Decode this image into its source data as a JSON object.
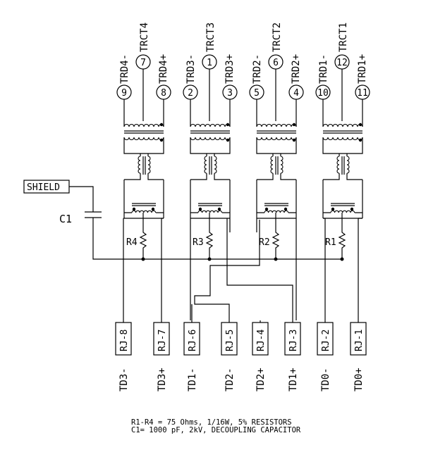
{
  "shield_label": "SHIELD",
  "capacitor_label": "C1",
  "channels": [
    {
      "minus": "TRD4-",
      "ct": "TRCT4",
      "plus": "TRD4+",
      "pin_minus": "9",
      "pin_ct": "7",
      "pin_plus": "8",
      "resistor": "R4"
    },
    {
      "minus": "TRD3-",
      "ct": "TRCT3",
      "plus": "TRD3+",
      "pin_minus": "2",
      "pin_ct": "1",
      "pin_plus": "3",
      "resistor": "R3"
    },
    {
      "minus": "TRD2-",
      "ct": "TRCT2",
      "plus": "TRD2+",
      "pin_minus": "5",
      "pin_ct": "6",
      "pin_plus": "4",
      "resistor": "R2"
    },
    {
      "minus": "TRD1-",
      "ct": "TRCT1",
      "plus": "TRD1+",
      "pin_minus": "10",
      "pin_ct": "12",
      "pin_plus": "11",
      "resistor": "R1"
    }
  ],
  "rj_pins": [
    {
      "box": "RJ-8",
      "label": "TD3-"
    },
    {
      "box": "RJ-7",
      "label": "TD3+"
    },
    {
      "box": "RJ-6",
      "label": "TD1-"
    },
    {
      "box": "RJ-5",
      "label": "TD2-"
    },
    {
      "box": "RJ-4",
      "label": "TD2+"
    },
    {
      "box": "RJ-3",
      "label": "TD1+"
    },
    {
      "box": "RJ-2",
      "label": "TD0-"
    },
    {
      "box": "RJ-1",
      "label": "TD0+"
    }
  ],
  "notes": [
    "R1-R4 = 75 Ohms, 1/16W, 5% RESISTORS",
    "C1= 1000 pF, 2kV, DECOUPLING CAPACITOR"
  ]
}
